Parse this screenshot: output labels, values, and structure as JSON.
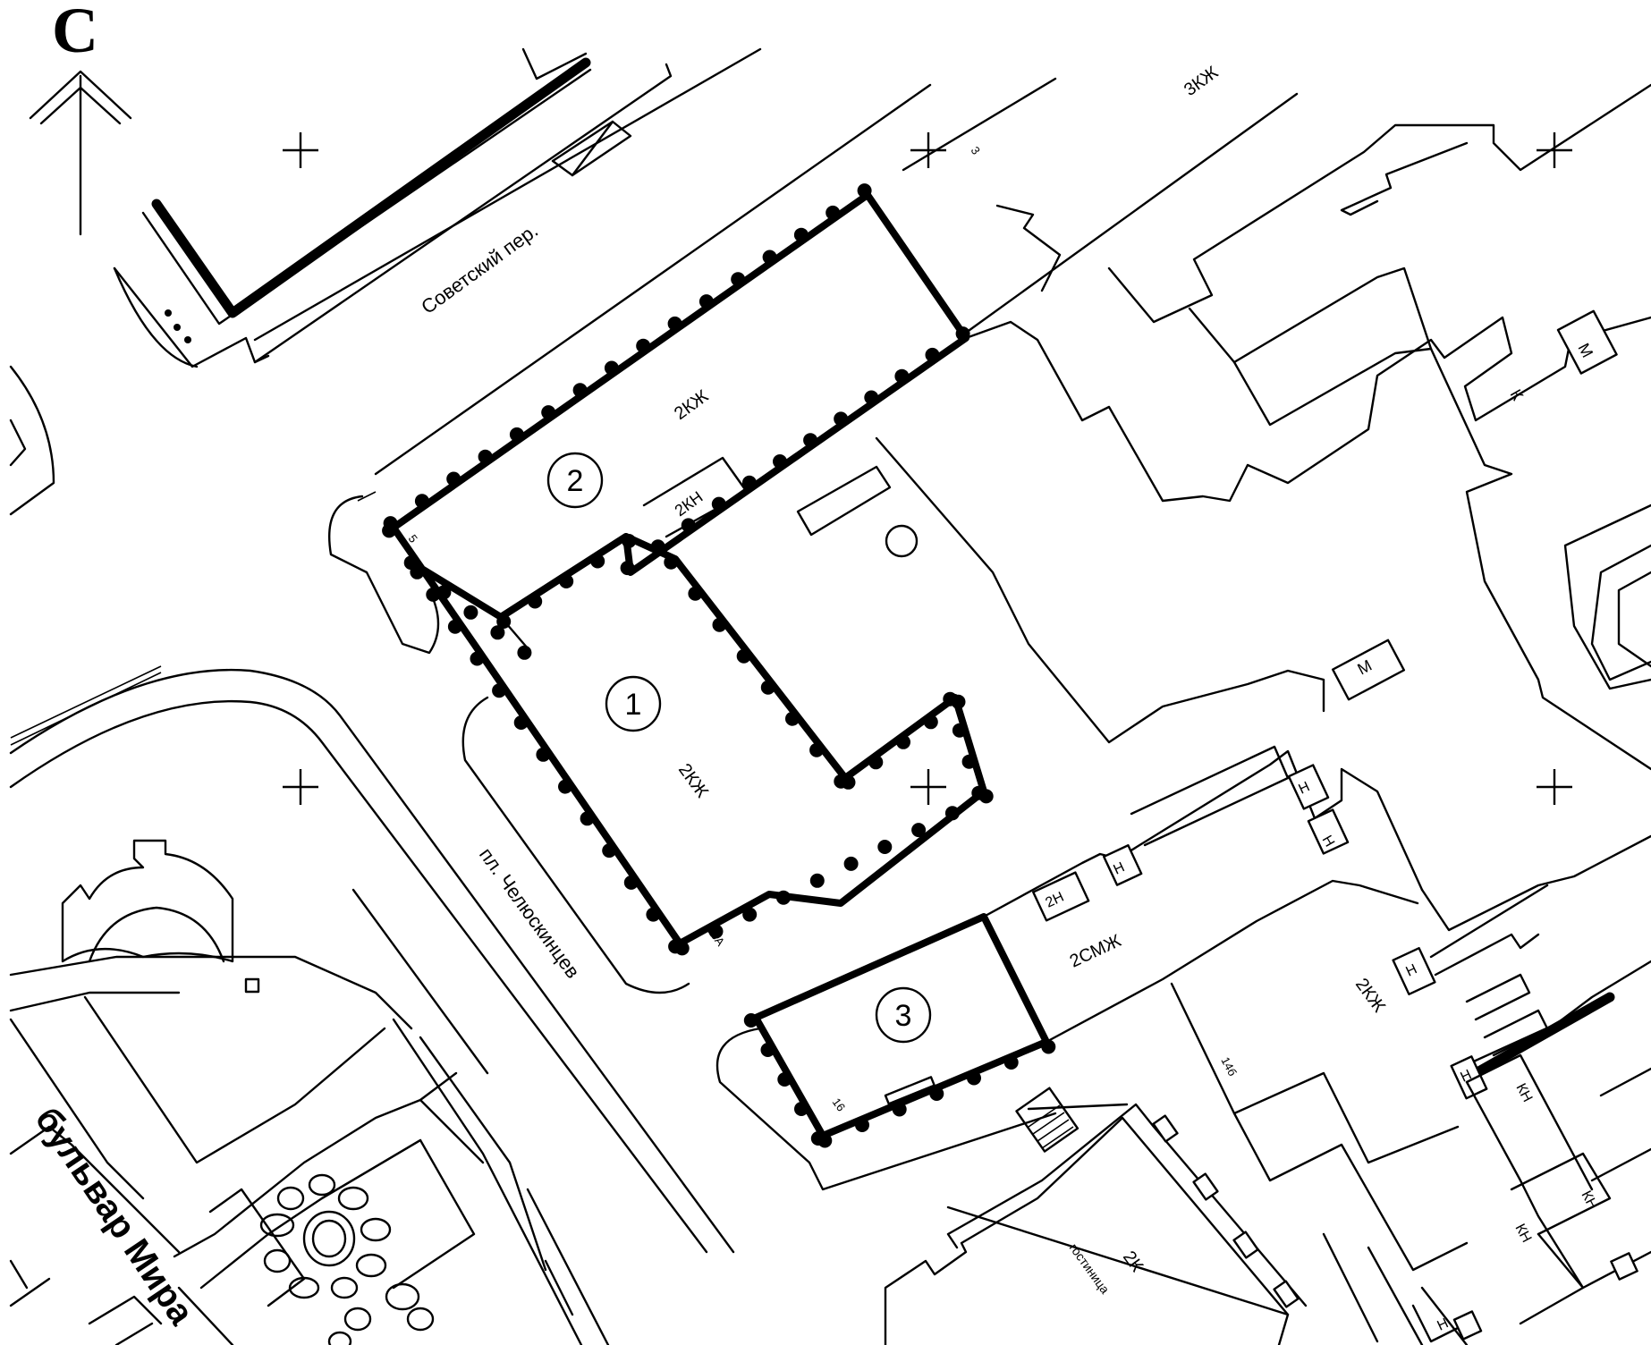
{
  "north_label": "С",
  "streets": {
    "sovetsky": "Советский пер.",
    "chelyuskintsev": "пл. Челюскинцев",
    "bulvar_mira": "бульвар Мира"
  },
  "objects": {
    "one": "1",
    "two": "2",
    "three": "3"
  },
  "labels": {
    "l_3kzh": "3КЖ",
    "l_2kzh_top": "2КЖ",
    "l_2kn": "2КН",
    "l_2kzh_center": "2КЖ",
    "l_2smzh": "2СМЖ",
    "l_2kzh_right": "2КЖ",
    "l_2n": "2Н",
    "l_n1": "Н",
    "l_n2": "Н",
    "l_n3": "Н",
    "l_n4": "Н",
    "l_n5": "Н",
    "l_n6": "Н",
    "l_m1": "М",
    "l_m2": "М",
    "l_k": "К",
    "l_kn1": "КН",
    "l_kn2": "КН",
    "l_kn3": "КН",
    "l_2k": "2К",
    "l_hotel": "гостиница",
    "l_3": "3",
    "l_5": "5",
    "l_16a": "16А",
    "l_16": "16",
    "l_14b": "14б"
  }
}
